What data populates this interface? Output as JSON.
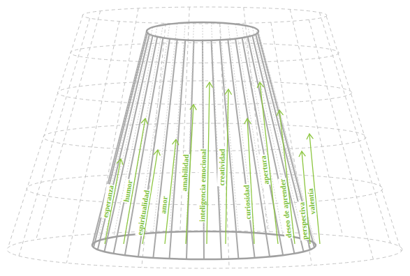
{
  "diagram": {
    "labels": [
      "esperanza",
      "humor",
      "espiritualidad",
      "amor",
      "amabilidad",
      "inteligencia emocional",
      "creatividad",
      "curiosidad",
      "apertura",
      "deseo de aprender",
      "perspectiva",
      "valentía"
    ]
  }
}
